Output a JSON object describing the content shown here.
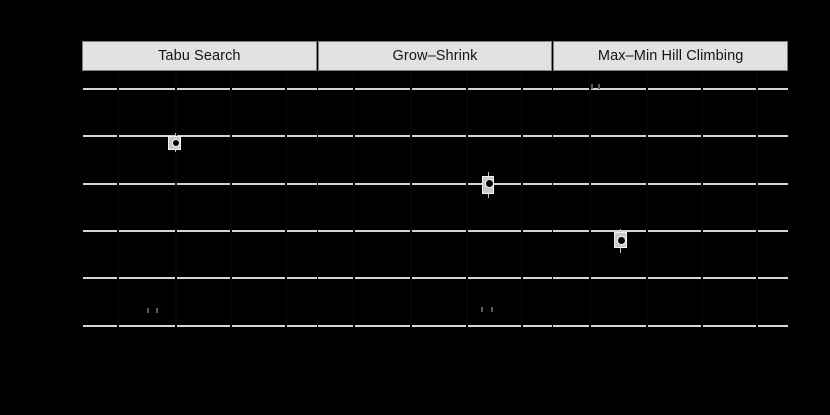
{
  "figure": {
    "background_color": "#000000",
    "grid_color": "#d4d4d4",
    "strip_fill_color": "#e2e2e2",
    "strip_border_color": "#808080",
    "strip_text_color": "#141414",
    "box_fill_color": "#c9c9c9",
    "box_border_color": "#f2f2f2"
  },
  "strips": [
    {
      "label": "Tabu Search"
    },
    {
      "label": "Grow–Shrink"
    },
    {
      "label": "Max–Min Hill Climbing"
    }
  ],
  "chart_data": {
    "type": "boxplot",
    "title": "",
    "xlabel": "",
    "ylabel": "",
    "legend_position": "none",
    "grid": true,
    "panel_variable": "algorithm",
    "panels": [
      {
        "name": "Tabu Search",
        "groups": [
          {
            "label": "",
            "x_frac": 0.395,
            "median_y_frac": 0.268,
            "box_low_y_frac": 0.246,
            "box_high_y_frac": 0.289,
            "whisker_low_y_frac": 0.238,
            "whisker_high_y_frac": 0.297,
            "outliers_y_frac": [
              0.94
            ]
          }
        ]
      },
      {
        "name": "Grow–Shrink",
        "groups": [
          {
            "label": "",
            "x_frac": 0.725,
            "median_y_frac": 0.443,
            "box_low_y_frac": 0.412,
            "box_high_y_frac": 0.478,
            "whisker_low_y_frac": 0.404,
            "whisker_high_y_frac": 0.49,
            "outliers_y_frac": [
              0.935
            ]
          }
        ]
      },
      {
        "name": "Max–Min Hill Climbing",
        "groups": [
          {
            "label": "",
            "x_frac": 0.285,
            "median_y_frac": 0.665,
            "box_low_y_frac": 0.639,
            "box_high_y_frac": 0.69,
            "whisker_low_y_frac": 0.631,
            "whisker_high_y_frac": 0.7,
            "outliers_y_frac": [
              0.055
            ]
          }
        ]
      }
    ],
    "y_gridlines_frac": [
      0.0625,
      0.246,
      0.434,
      0.617,
      0.801,
      0.988
    ],
    "x_gridlines_frac": [
      0.16,
      0.395,
      0.63,
      0.865
    ]
  }
}
